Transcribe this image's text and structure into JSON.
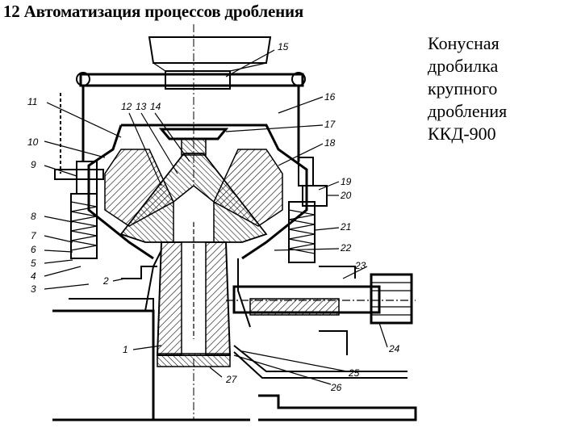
{
  "title": "12 Автоматизация процессов дробления",
  "caption": {
    "lines": [
      "Конусная",
      "дробилка",
      "крупного",
      "дробления",
      "ККД-900"
    ]
  },
  "diagram": {
    "labels": [
      "1",
      "2",
      "3",
      "4",
      "5",
      "6",
      "7",
      "8",
      "9",
      "10",
      "11",
      "12",
      "13",
      "14",
      "15",
      "16",
      "17",
      "18",
      "19",
      "20",
      "21",
      "22",
      "23",
      "24",
      "25",
      "26",
      "27"
    ]
  }
}
